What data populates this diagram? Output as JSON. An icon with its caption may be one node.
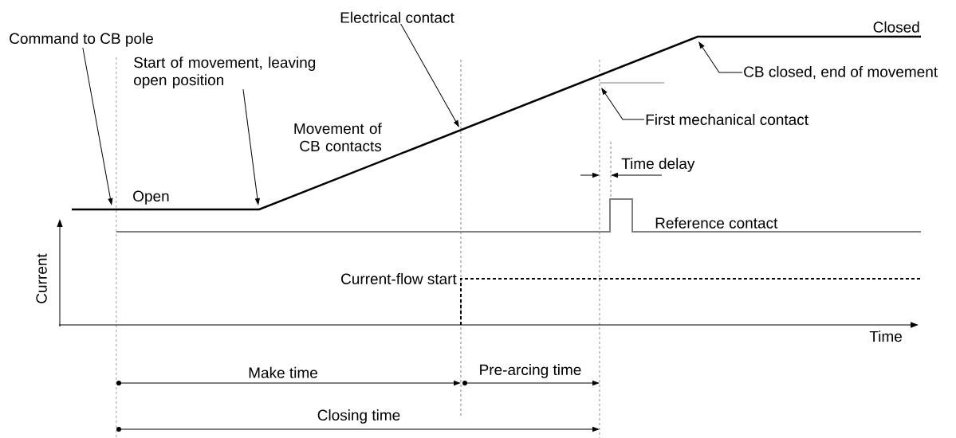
{
  "diagram": {
    "nodes": [
      {
        "text": [
          "Electrical contact"
        ]
      },
      {
        "text": [
          "Command to CB pole"
        ]
      },
      {
        "text": [
          "Start of movement, leaving open position"
        ]
      },
      {
        "text": [
          "CB closed, end of movement"
        ]
      },
      {
        "text": [
          "First mechanical contact"
        ]
      }
    ],
    "edges": [
      {
        "from": 0,
        "to": null,
        "arrow": "to"
      },
      {
        "from": 1,
        "to": null,
        "arrow": "to"
      },
      {
        "from": 2,
        "to": null,
        "arrow": "to"
      },
      {
        "from": 3,
        "to": null,
        "arrow": "to"
      },
      {
        "from": 4,
        "to": null,
        "arrow": "to"
      }
    ],
    "labels": [
      "Closed",
      "Movement of CB contacts",
      "Time delay",
      "Open",
      "Reference contact",
      "Current",
      "Current-flow start",
      "Time",
      "Make time",
      "Pre-arcing time",
      "Closing time"
    ]
  }
}
